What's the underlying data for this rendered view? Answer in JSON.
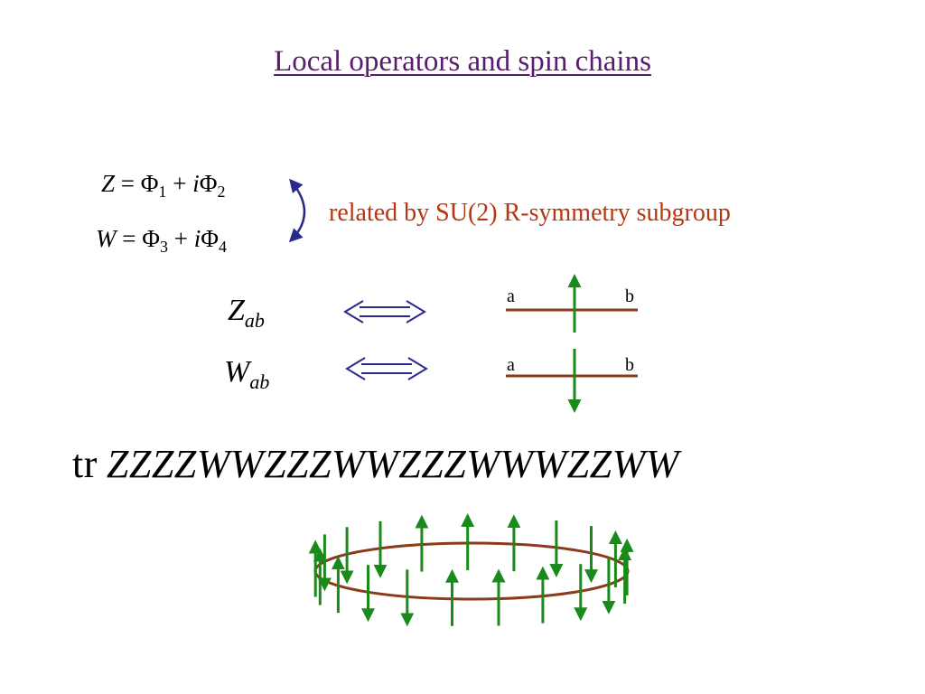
{
  "title": "Local operators and spin chains",
  "equations": {
    "z_def": {
      "lhs": "Z",
      "rhs_a": "Φ",
      "sub_a": "1",
      "plus": "+",
      "i": "i",
      "rhs_b": "Φ",
      "sub_b": "2"
    },
    "w_def": {
      "lhs": "W",
      "rhs_a": "Φ",
      "sub_a": "3",
      "plus": "+",
      "i": "i",
      "rhs_b": "Φ",
      "sub_b": "4"
    }
  },
  "relation_text": "related by SU(2) R-symmetry subgroup",
  "correspondence": {
    "z_label": "Z",
    "z_sub": "ab",
    "w_label": "W",
    "w_sub": "ab",
    "site_left": "a",
    "site_right": "b"
  },
  "trace": {
    "prefix": "tr",
    "word": "ZZZZWWZZZWWZZZWWWZZWW"
  },
  "ring_spins": [
    "up",
    "down",
    "down",
    "down",
    "up",
    "up",
    "up",
    "down",
    "down",
    "up",
    "up",
    "up",
    "down",
    "down",
    "up",
    "up",
    "up",
    "down",
    "down",
    "up",
    "up"
  ],
  "colors": {
    "title": "#5a1d6e",
    "relation": "#b8350f",
    "double_arrow": "#2a2a8c",
    "bracket_arrow": "#2a2a8c",
    "line": "#8b3a1a",
    "spin": "#1a8a1a"
  }
}
